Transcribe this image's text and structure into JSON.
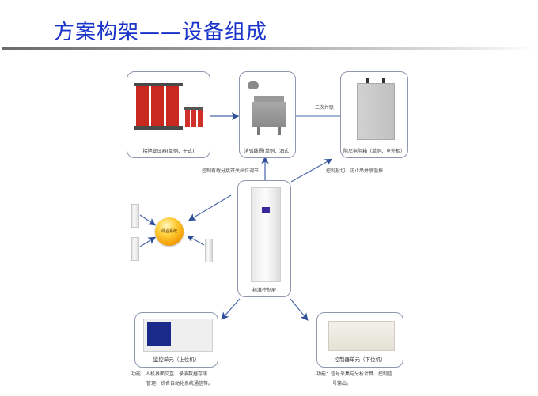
{
  "title": "方案构架——设备组成",
  "nodes": {
    "grounding_transformer": {
      "label": "接地变压器(单例、干式)"
    },
    "arc_coil": {
      "label": "消弧线圈(单例、油式)"
    },
    "damping_resistor": {
      "label": "阻尼电阻箱（单例、室外柜）"
    },
    "control_cabinet": {
      "label": "标准控制屏"
    },
    "integrated_system": {
      "label": "综合系统"
    },
    "monitor_unit": {
      "label": "监控单元（上位机）",
      "desc_line1": "功能：人机界面交互、录波数据存储",
      "desc_line2": "管理、综合自动化系统通信等。"
    },
    "controller_unit": {
      "label": "控制器单元（下位机）",
      "desc_line1": "功能：信号采集与分析计算、控制信",
      "desc_line2": "号输出。"
    }
  },
  "edge_labels": {
    "secondary_parallel": "二次并联",
    "tap_control": "控制有载分接开关档位调节",
    "switch_control": "控制投切、防止串并联谐振"
  },
  "colors": {
    "title": "#1a33c8",
    "arrow": "#3c5aa0",
    "box_border": "#8e96b0"
  }
}
